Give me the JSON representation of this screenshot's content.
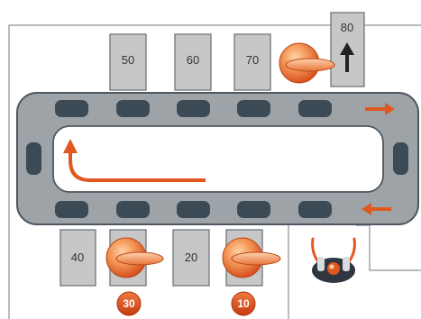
{
  "top_row": [
    {
      "id": "50",
      "label": "50",
      "occupied": false
    },
    {
      "id": "60",
      "label": "60",
      "occupied": false
    },
    {
      "id": "70",
      "label": "70",
      "occupied": false
    },
    {
      "id": "80",
      "label": "80",
      "occupied": true,
      "up_arrow": true
    }
  ],
  "bottom_row": [
    {
      "id": "40",
      "label": "40",
      "occupied": false
    },
    {
      "id": "30",
      "label": "",
      "occupied": true,
      "badge": "30"
    },
    {
      "id": "20",
      "label": "20",
      "occupied": false
    },
    {
      "id": "10",
      "label": "",
      "occupied": true,
      "badge": "10"
    }
  ],
  "colors": {
    "belt": "#9ea3a8",
    "slot": "#3b4a54",
    "accent": "#e0581f",
    "box": "#c7c7c7",
    "line": "#8a8f96"
  },
  "icons": {
    "direction_arrows": "arrow-right, arrow-left, u-turn",
    "operator": "person-arms-raised-icon"
  }
}
